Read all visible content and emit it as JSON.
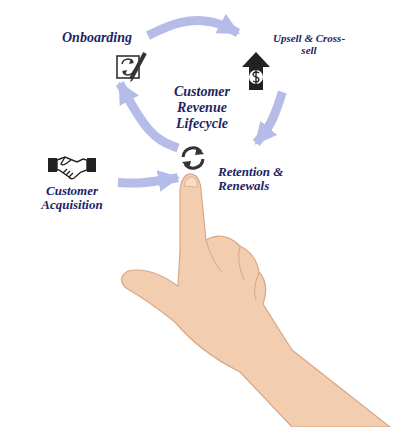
{
  "diagram": {
    "title": "Customer Revenue Lifecycle",
    "nodes": [
      {
        "text": [
          "Onboarding"
        ]
      },
      {
        "text": [
          "Upsell & Cross-sell"
        ]
      },
      {
        "text": [
          "Retention & Renewals"
        ]
      },
      {
        "text": [
          "Customer Acquisition"
        ]
      }
    ],
    "edges": [
      {
        "from": 0,
        "to": 1,
        "arrow": "to"
      },
      {
        "from": 1,
        "to": 2,
        "arrow": "to"
      },
      {
        "from": 2,
        "to": 0,
        "arrow": "to"
      },
      {
        "from": 3,
        "to": 2,
        "arrow": "to"
      }
    ]
  }
}
